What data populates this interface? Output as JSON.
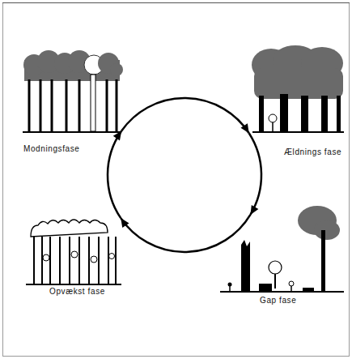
{
  "diagram": {
    "nodes": [
      {
        "text": [
          "Modningsfase"
        ]
      },
      {
        "text": [
          "Ældnings fase"
        ]
      },
      {
        "text": [
          "Gap fase"
        ]
      },
      {
        "text": [
          "Opvækst fase"
        ]
      }
    ],
    "edges": [
      {
        "from": 0,
        "to": 1,
        "arrow": "to"
      },
      {
        "from": 1,
        "to": 2,
        "arrow": "to"
      },
      {
        "from": 2,
        "to": 3,
        "arrow": "to"
      },
      {
        "from": 3,
        "to": 0,
        "arrow": "to"
      }
    ]
  }
}
